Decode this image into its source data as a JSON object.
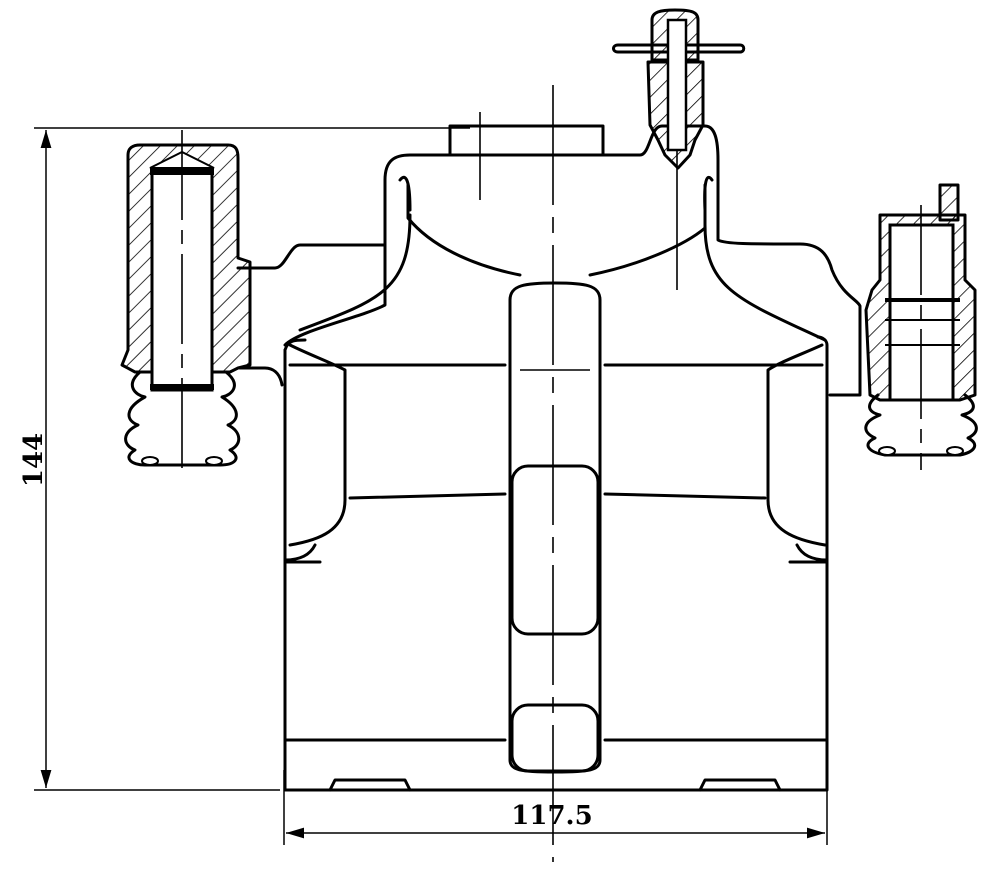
{
  "drawing": {
    "dimensions": [
      {
        "id": "height",
        "label": "144"
      },
      {
        "id": "width",
        "label": "117.5"
      }
    ]
  }
}
